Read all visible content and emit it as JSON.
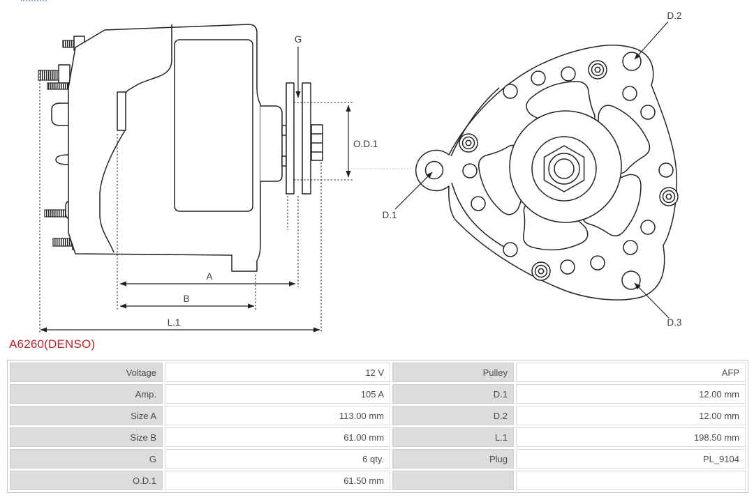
{
  "title": {
    "part_number": "A6260(DENSO)"
  },
  "accent_color": "#c41e23",
  "diagram": {
    "side_view_labels": {
      "g": "G",
      "od1": "O.D.1",
      "a": "A",
      "b": "B",
      "l1": "L.1"
    },
    "rear_view_labels": {
      "d1": "D.1",
      "d2": "D.2",
      "d3": "D.3"
    }
  },
  "spec_table": {
    "rows": [
      {
        "label_left": "Voltage",
        "value_left": "12 V",
        "label_right": "Pulley",
        "value_right": "AFP"
      },
      {
        "label_left": "Amp.",
        "value_left": "105 A",
        "label_right": "D.1",
        "value_right": "12.00 mm"
      },
      {
        "label_left": "Size A",
        "value_left": "113.00 mm",
        "label_right": "D.2",
        "value_right": "12.00 mm"
      },
      {
        "label_left": "Size B",
        "value_left": "61.00 mm",
        "label_right": "L.1",
        "value_right": "198.50 mm"
      },
      {
        "label_left": "G",
        "value_left": "6 qty.",
        "label_right": "Plug",
        "value_right": "PL_9104"
      },
      {
        "label_left": "O.D.1",
        "value_left": "61.50 mm",
        "label_right": "",
        "value_right": ""
      }
    ]
  }
}
